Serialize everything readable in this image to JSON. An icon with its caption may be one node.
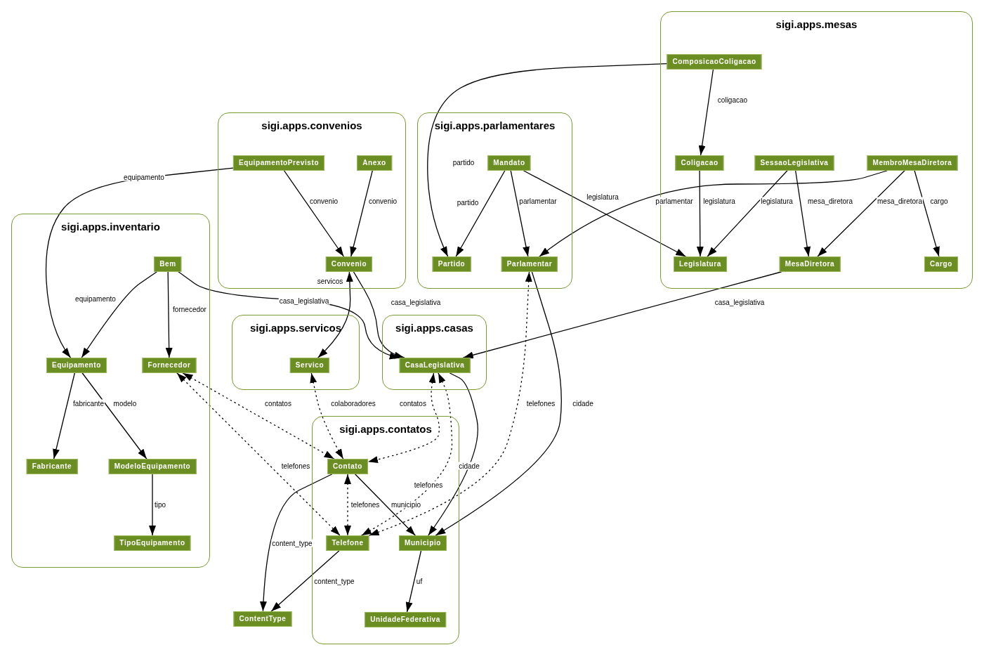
{
  "diagram": {
    "nodes": [
      {
        "text": [
          "sigi.apps.mesas"
        ]
      },
      {
        "text": [
          "ComposicaoColigacao"
        ],
        "in": 0
      },
      {
        "text": [
          "Coligacao"
        ],
        "in": 0
      },
      {
        "text": [
          "SessaoLegislativa"
        ],
        "in": 0
      },
      {
        "text": [
          "MembroMesaDiretora"
        ],
        "in": 0
      },
      {
        "text": [
          "Legislatura"
        ],
        "in": 0
      },
      {
        "text": [
          "MesaDiretora"
        ],
        "in": 0
      },
      {
        "text": [
          "Cargo"
        ],
        "in": 0
      },
      {
        "text": [
          "sigi.apps.convenios"
        ]
      },
      {
        "text": [
          "EquipamentoPrevisto"
        ],
        "in": 8
      },
      {
        "text": [
          "Anexo"
        ],
        "in": 8
      },
      {
        "text": [
          "Convenio"
        ],
        "in": 8
      },
      {
        "text": [
          "sigi.apps.parlamentares"
        ]
      },
      {
        "text": [
          "Mandato"
        ],
        "in": 12
      },
      {
        "text": [
          "Partido"
        ],
        "in": 12
      },
      {
        "text": [
          "Parlamentar"
        ],
        "in": 12
      },
      {
        "text": [
          "sigi.apps.inventario"
        ]
      },
      {
        "text": [
          "Bem"
        ],
        "in": 16
      },
      {
        "text": [
          "Equipamento"
        ],
        "in": 16
      },
      {
        "text": [
          "Fornecedor"
        ],
        "in": 16
      },
      {
        "text": [
          "Fabricante"
        ],
        "in": 16
      },
      {
        "text": [
          "ModeloEquipamento"
        ],
        "in": 16
      },
      {
        "text": [
          "TipoEquipamento"
        ],
        "in": 16
      },
      {
        "text": [
          "sigi.apps.servicos"
        ]
      },
      {
        "text": [
          "Servico"
        ],
        "in": 23
      },
      {
        "text": [
          "sigi.apps.casas"
        ]
      },
      {
        "text": [
          "CasaLegislativa"
        ],
        "in": 25
      },
      {
        "text": [
          "sigi.apps.contatos"
        ]
      },
      {
        "text": [
          "Contato"
        ],
        "in": 27
      },
      {
        "text": [
          "Telefone"
        ],
        "in": 27
      },
      {
        "text": [
          "Municipio"
        ],
        "in": 27
      },
      {
        "text": [
          "UnidadeFederativa"
        ],
        "in": 27
      },
      {
        "text": [
          "ContentType"
        ]
      }
    ],
    "edges": [
      {
        "from": 1,
        "to": 2,
        "arrow": "to",
        "label": "coligacao"
      },
      {
        "from": 1,
        "to": 14,
        "arrow": "to",
        "label": "partido"
      },
      {
        "from": 2,
        "to": 5,
        "arrow": "to",
        "label": "legislatura"
      },
      {
        "from": 3,
        "to": 5,
        "arrow": "to",
        "label": "legislatura"
      },
      {
        "from": 3,
        "to": 6,
        "arrow": "to",
        "label": "mesa_diretora"
      },
      {
        "from": 4,
        "to": 15,
        "arrow": "to",
        "label": "parlamentar"
      },
      {
        "from": 4,
        "to": 6,
        "arrow": "to",
        "label": "mesa_diretora"
      },
      {
        "from": 4,
        "to": 7,
        "arrow": "to",
        "label": "cargo"
      },
      {
        "from": 6,
        "to": 26,
        "arrow": "to",
        "label": "casa_legislativa"
      },
      {
        "from": 9,
        "to": 18,
        "arrow": "to",
        "label": "equipamento"
      },
      {
        "from": 9,
        "to": 11,
        "arrow": "to",
        "label": "convenio"
      },
      {
        "from": 10,
        "to": 11,
        "arrow": "to",
        "label": "convenio"
      },
      {
        "from": 11,
        "to": 26,
        "arrow": "to",
        "label": "casa_legislativa"
      },
      {
        "from": 11,
        "to": 24,
        "arrow": "both",
        "label": "servicos"
      },
      {
        "from": 13,
        "to": 14,
        "arrow": "to",
        "label": "partido"
      },
      {
        "from": 13,
        "to": 15,
        "arrow": "to",
        "label": "parlamentar"
      },
      {
        "from": 13,
        "to": 5,
        "arrow": "to",
        "label": "legislatura"
      },
      {
        "from": 15,
        "to": 29,
        "arrow": "both",
        "label": "telefones",
        "style": "dashed"
      },
      {
        "from": 15,
        "to": 30,
        "arrow": "to",
        "label": "cidade"
      },
      {
        "from": 17,
        "to": 18,
        "arrow": "to",
        "label": "equipamento"
      },
      {
        "from": 17,
        "to": 19,
        "arrow": "to",
        "label": "fornecedor"
      },
      {
        "from": 17,
        "to": 26,
        "arrow": "to",
        "label": "casa_legislativa"
      },
      {
        "from": 18,
        "to": 20,
        "arrow": "to",
        "label": "fabricante"
      },
      {
        "from": 18,
        "to": 21,
        "arrow": "to",
        "label": "modelo"
      },
      {
        "from": 21,
        "to": 22,
        "arrow": "to",
        "label": "tipo"
      },
      {
        "from": 19,
        "to": 28,
        "arrow": "both",
        "label": "contatos",
        "style": "dashed"
      },
      {
        "from": 19,
        "to": 29,
        "arrow": "both",
        "label": "telefones",
        "style": "dashed"
      },
      {
        "from": 24,
        "to": 28,
        "arrow": "both",
        "label": "colaboradores",
        "style": "dashed"
      },
      {
        "from": 26,
        "to": 28,
        "arrow": "both",
        "label": "contatos",
        "style": "dashed"
      },
      {
        "from": 26,
        "to": 29,
        "arrow": "both",
        "label": "telefones",
        "style": "dashed"
      },
      {
        "from": 26,
        "to": 30,
        "arrow": "to",
        "label": "cidade"
      },
      {
        "from": 28,
        "to": 29,
        "arrow": "both",
        "label": "telefones",
        "style": "dashed"
      },
      {
        "from": 28,
        "to": 30,
        "arrow": "to",
        "label": "municipio"
      },
      {
        "from": 28,
        "to": 32,
        "arrow": "to",
        "label": "content_type"
      },
      {
        "from": 29,
        "to": 32,
        "arrow": "to",
        "label": "content_type"
      },
      {
        "from": 30,
        "to": 31,
        "arrow": "to",
        "label": "uf"
      }
    ]
  }
}
